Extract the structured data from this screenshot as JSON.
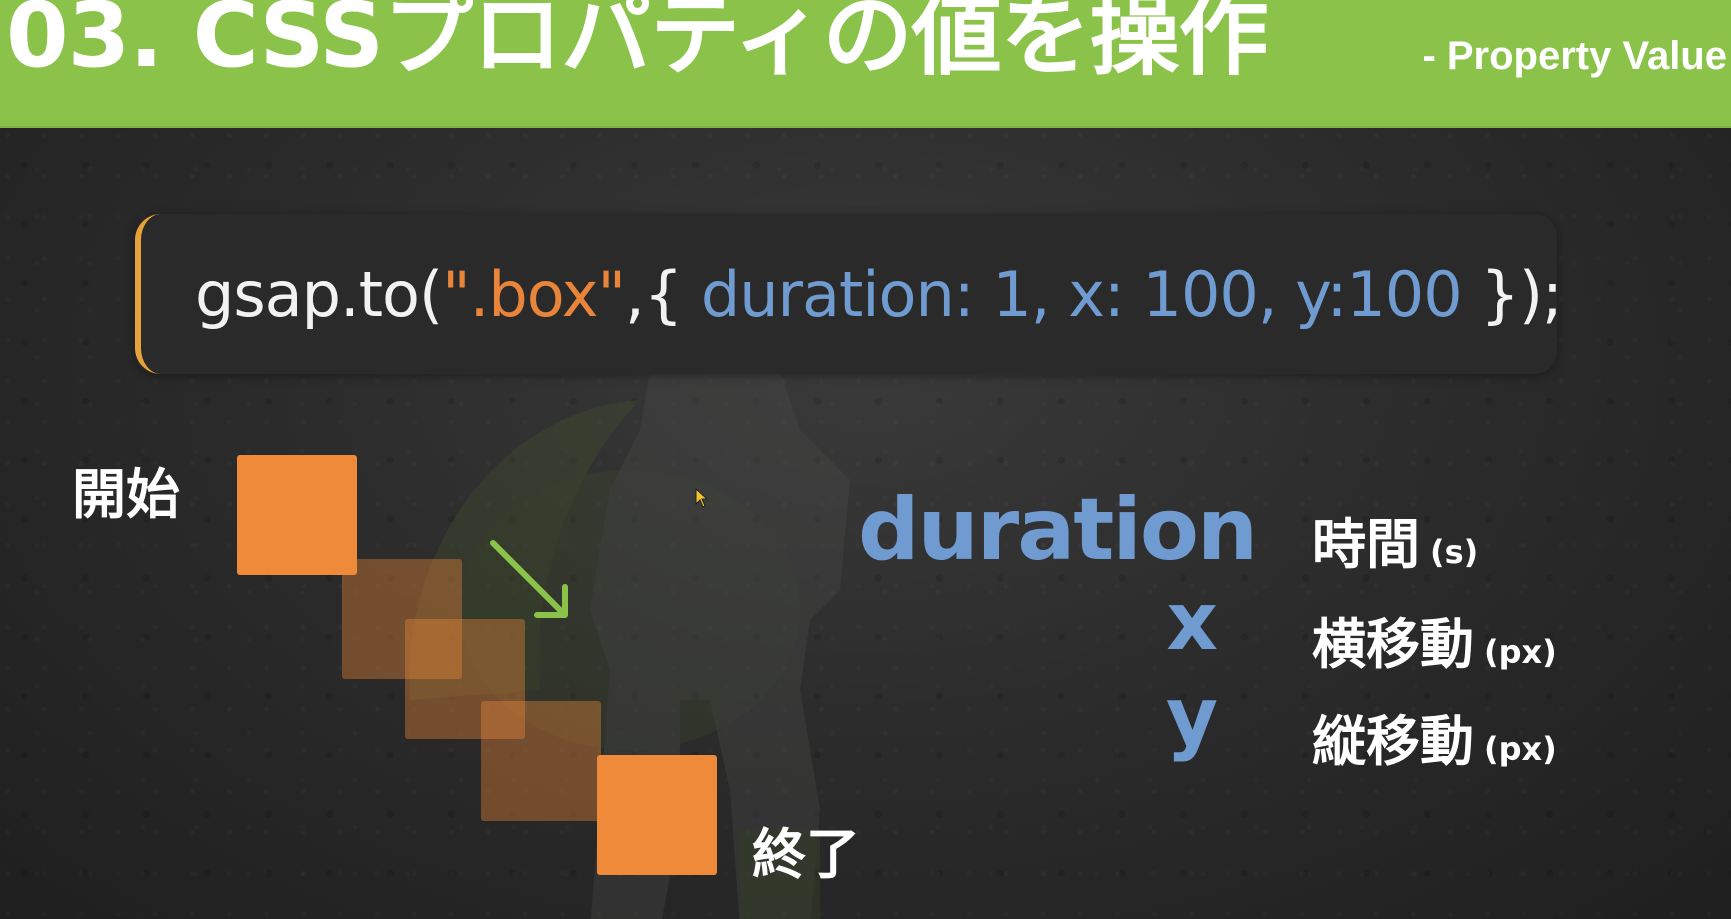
{
  "header": {
    "title": "03. CSSプロパティの値を操作",
    "subtitle": "- Property Value",
    "bg_color": "#8bc34a"
  },
  "code": {
    "tokens": [
      {
        "text": "gsap.to(",
        "style": "white"
      },
      {
        "text": "\".box\"",
        "style": "orange"
      },
      {
        "text": ",{ ",
        "style": "white"
      },
      {
        "text": "duration:  1,  x:  100,  y:100 ",
        "style": "blue"
      },
      {
        "text": "});",
        "style": "white"
      }
    ],
    "colors": {
      "white": "#f2f2f2",
      "orange": "#e8853a",
      "blue": "#6f9bd0",
      "accent": "#e8a23a"
    }
  },
  "demo": {
    "start_label": "開始",
    "end_label": "終了",
    "box_color": "#ee8a3a",
    "arrow_color": "#8bc34a"
  },
  "properties": [
    {
      "name": "duration",
      "desc": "時間",
      "unit": "(s)"
    },
    {
      "name": "x",
      "desc": "横移動",
      "unit": "(px)"
    },
    {
      "name": "y",
      "desc": "縦移動",
      "unit": "(px)"
    }
  ]
}
